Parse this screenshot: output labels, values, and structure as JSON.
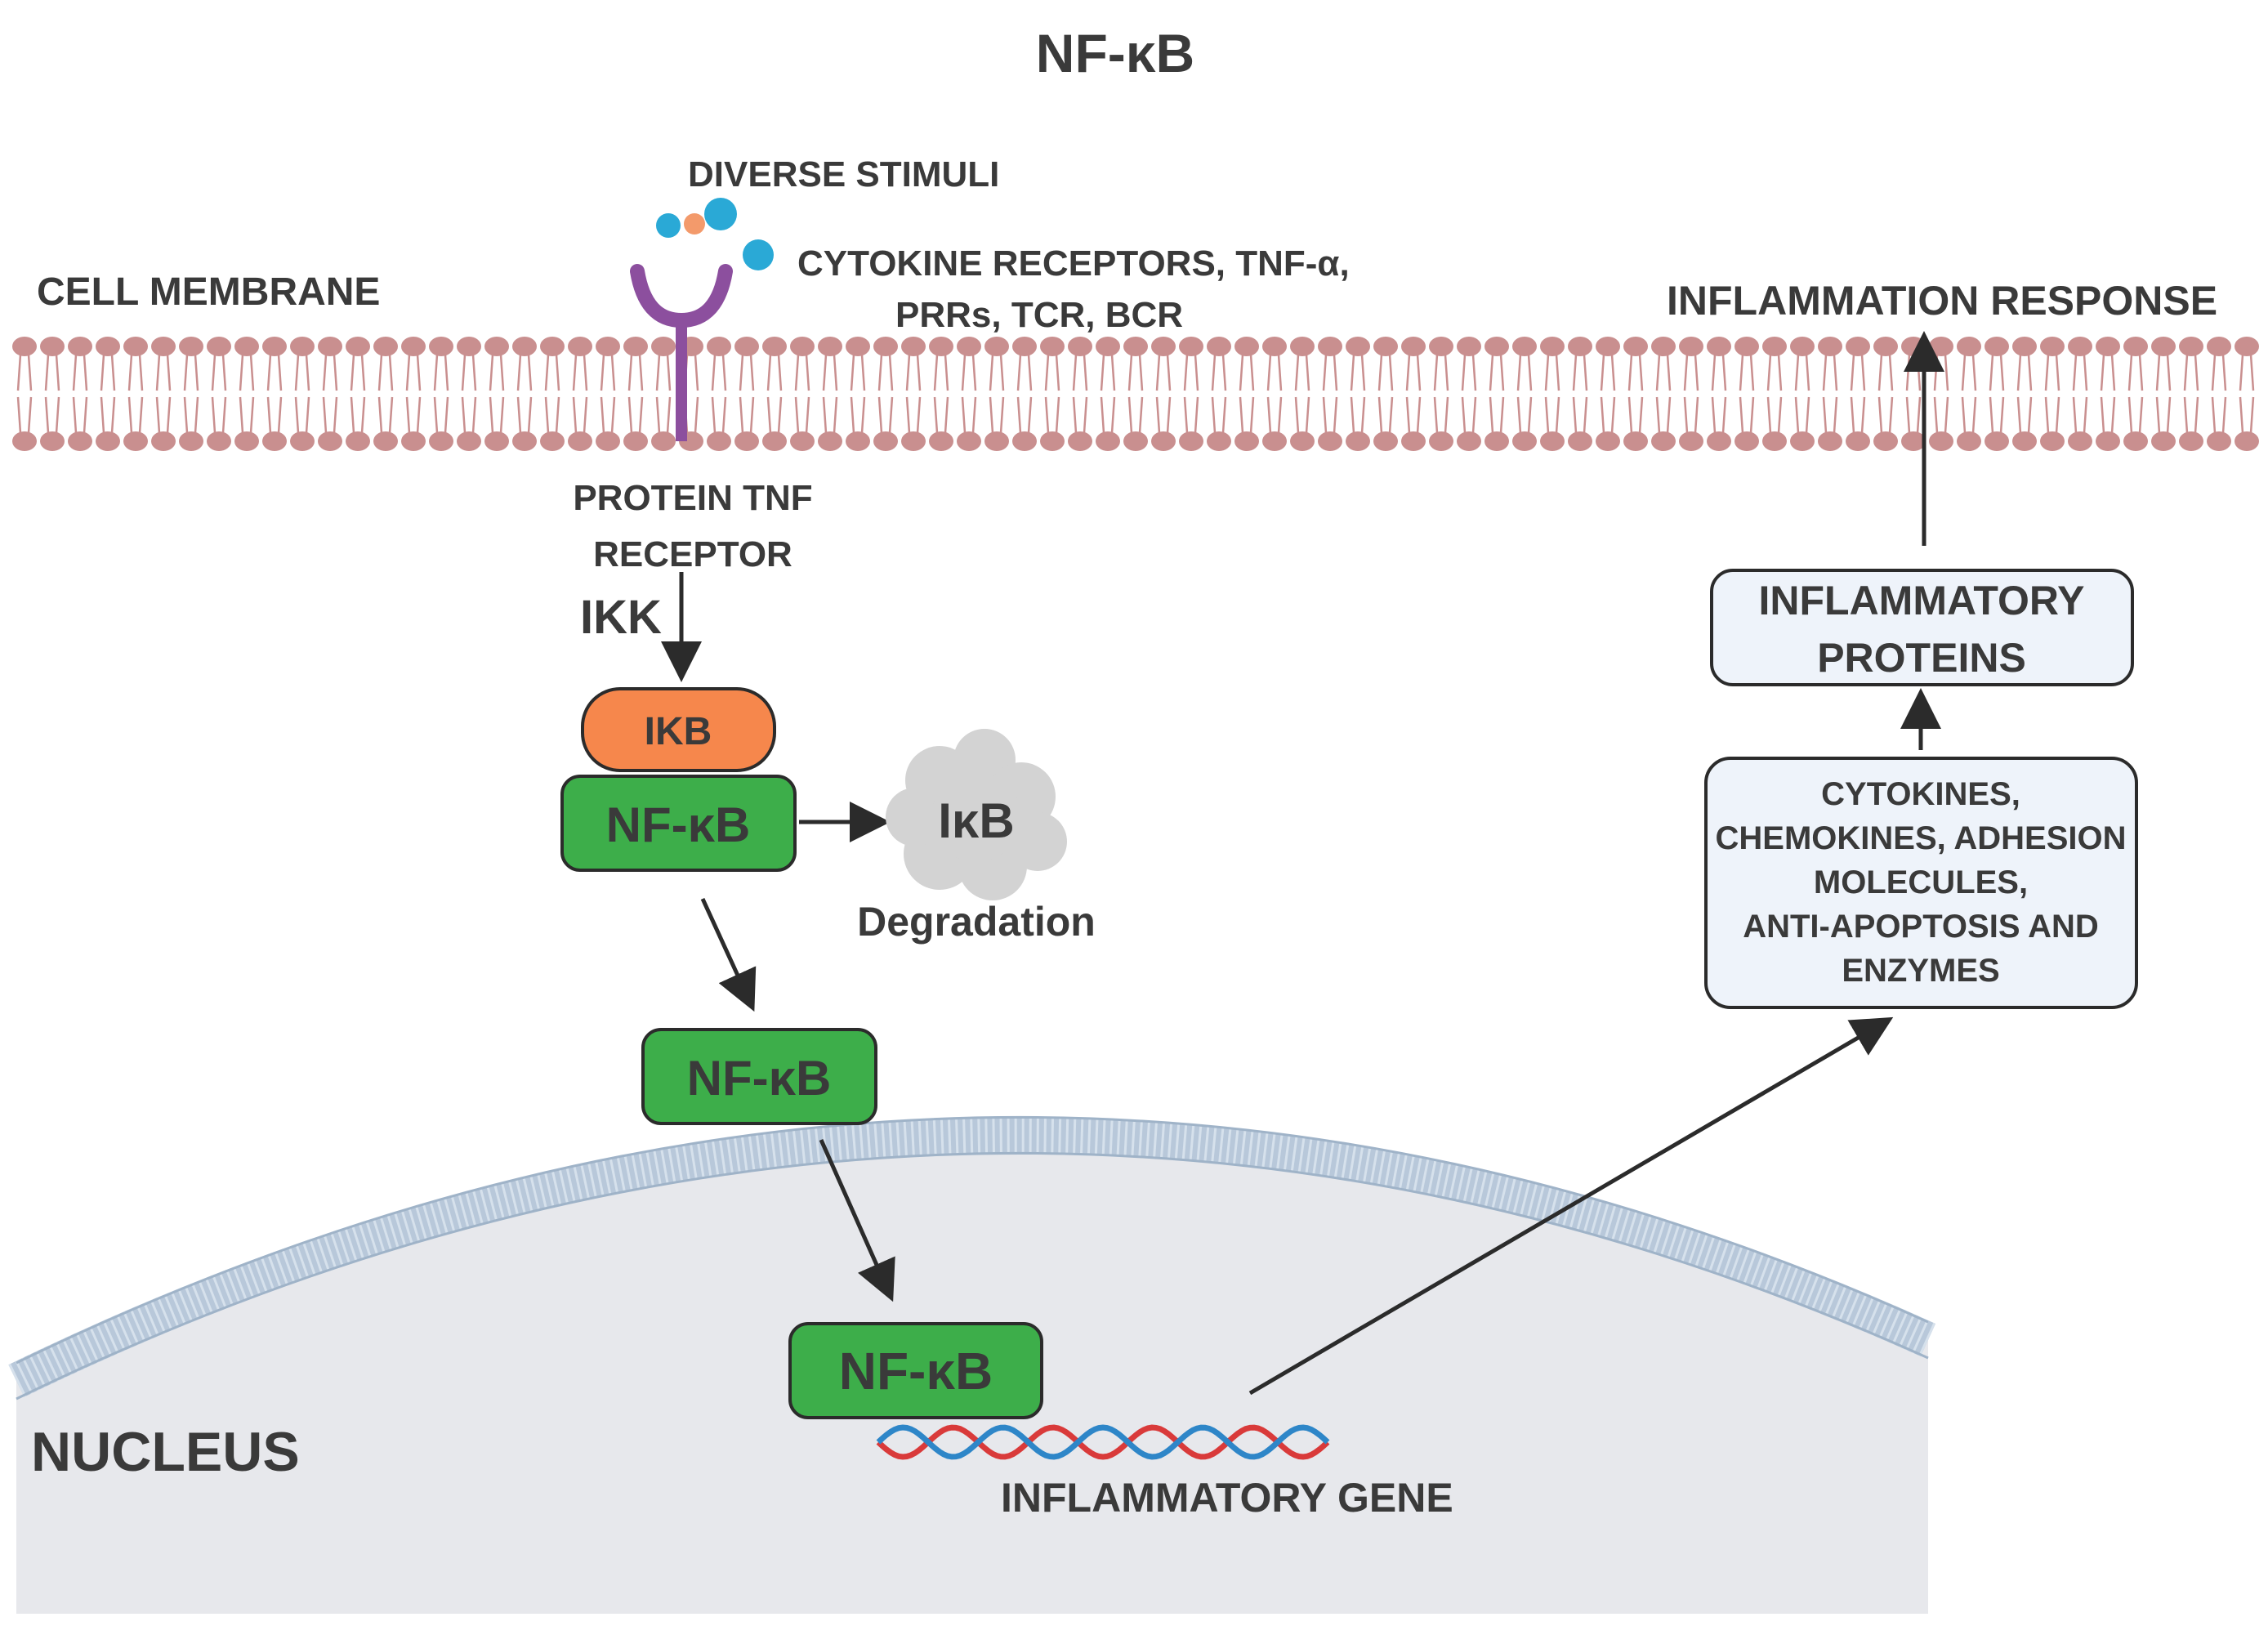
{
  "title": "NF-κB",
  "labels": {
    "diverse_stimuli": "DIVERSE STIMULI",
    "receptors_line1": "CYTOKINE RECEPTORS, TNF-α,",
    "receptors_line2": "PRRs, TCR, BCR",
    "cell_membrane": "CELL MEMBRANE",
    "inflammation_response": "INFLAMMATION RESPONSE",
    "protein_tnf_line1": "PROTEIN TNF",
    "protein_tnf_line2": "RECEPTOR",
    "ikk": "IKK",
    "ikb_box": "IKB",
    "nfkb": "NF-κB",
    "ikb_degraded": "IκB",
    "degradation": "Degradation",
    "nucleus": "NUCLEUS",
    "inflammatory_gene": "INFLAMMATORY GENE"
  },
  "boxes": {
    "inflammatory_proteins": [
      "INFLAMMATORY",
      "PROTEINS"
    ],
    "products": [
      "CYTOKINES,",
      "CHEMOKINES, ADHESION",
      "MOLECULES,",
      "ANTI-APOPTOSIS AND",
      "ENZYMES"
    ]
  },
  "colors": {
    "nfkb_fill": "#3dae4a",
    "ikb_fill": "#f6874c",
    "receptor": "#8c4f9e",
    "membrane": "#c98f8f",
    "nucleus_fill": "#e7e8ec",
    "info_box_fill": "#eef3fa",
    "dna_red": "#d93a3a",
    "dna_blue": "#2e86c8",
    "stimuli_blue": "#2aa9d6",
    "stimuli_orange": "#f39a6b"
  }
}
